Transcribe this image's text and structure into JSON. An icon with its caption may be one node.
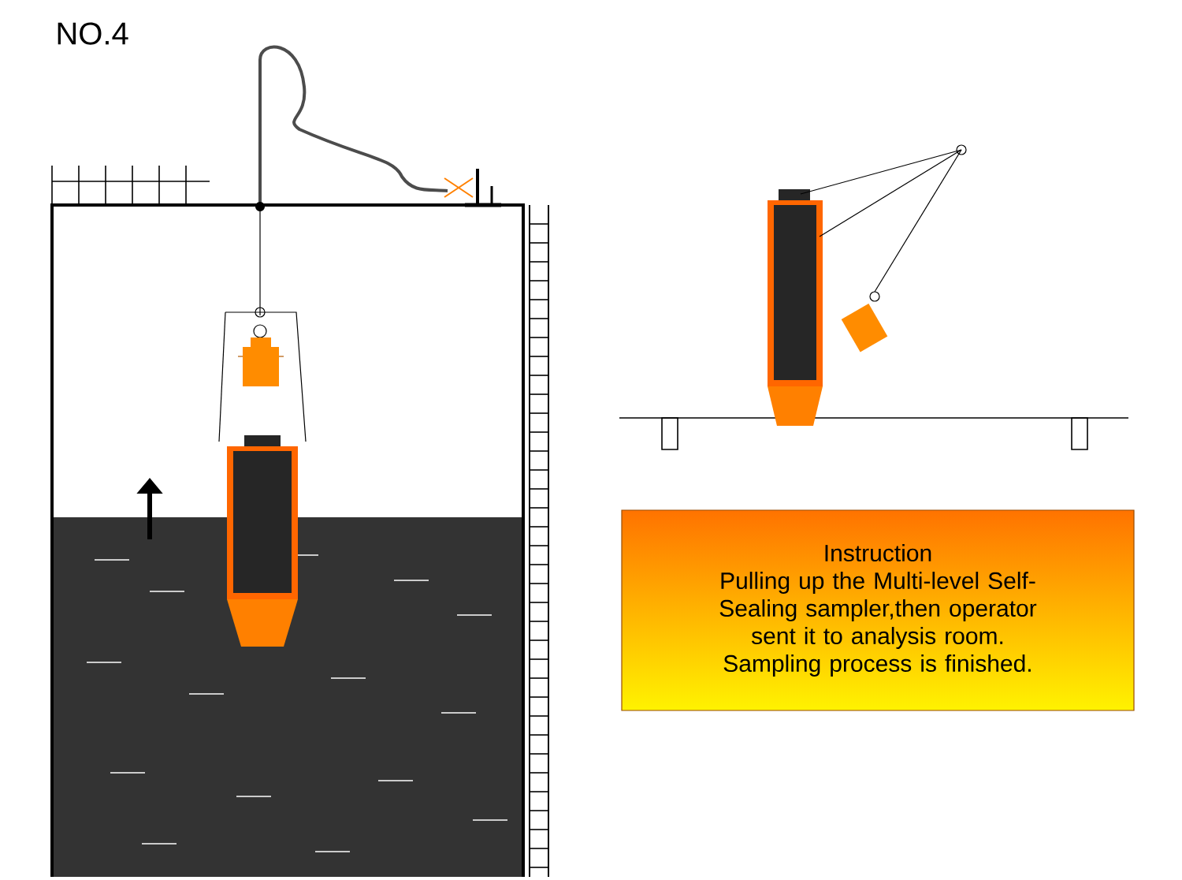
{
  "diagram": {
    "nodes": [
      {
        "text": [
          "Instruction",
          "Pulling up the Multi-level Self-Sealing sampler,then operator sent it to analysis room.",
          "Sampling process is finished."
        ]
      }
    ],
    "labels": [
      "NO.4"
    ]
  }
}
